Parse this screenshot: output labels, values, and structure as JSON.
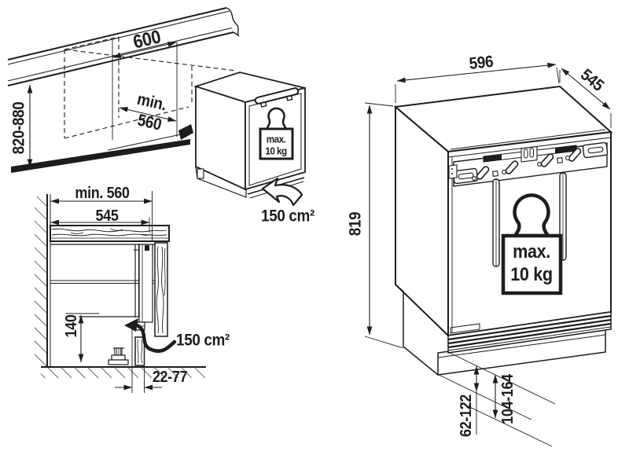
{
  "meta": {
    "figure_type": "built-under appliance installation diagram",
    "line_color": "#1d1d1b",
    "background_color": "#ffffff"
  },
  "niche_view": {
    "width": "600",
    "depth_line1": "min.",
    "depth_line2": "560",
    "height_range": "820-880",
    "door_load_line1": "max.",
    "door_load_line2": "10 kg",
    "vent_area": "150 cm²"
  },
  "section_view": {
    "niche_depth": "min. 560",
    "worktop_depth": "545",
    "base_recess_height": "140",
    "vent_area": "150 cm²",
    "plinth_range": "22-77"
  },
  "appliance_view": {
    "width": "596",
    "depth": "545",
    "height": "819",
    "door_load_line1": "max.",
    "door_load_line2": "10 kg",
    "plinth_height_min": "62-122",
    "plinth_height_max": "104-164"
  }
}
